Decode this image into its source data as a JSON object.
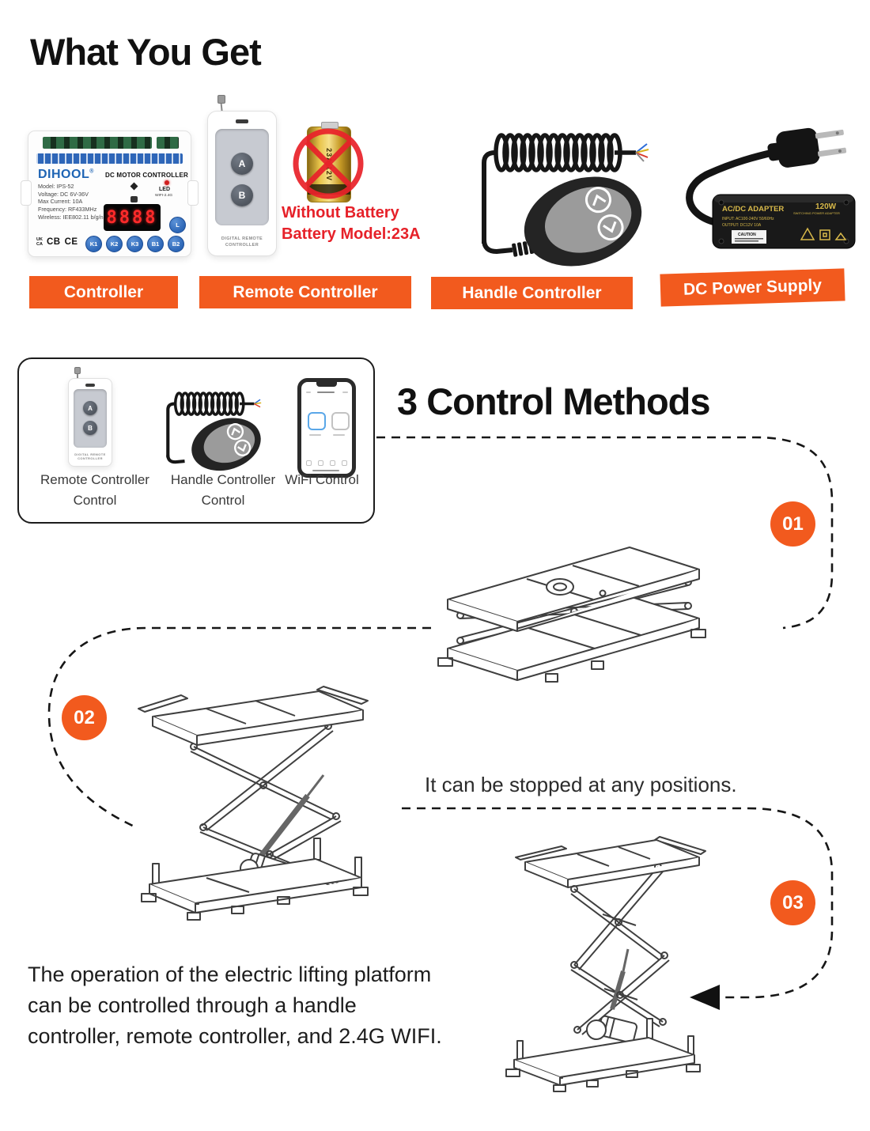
{
  "title": "What You Get",
  "products": {
    "controller": {
      "label": "Controller",
      "brand": "DIHOOL",
      "reg_mark": "®",
      "device_name": "DC MOTOR CONTROLLER",
      "specs": [
        "Model: IPS-52",
        "Voltage: DC 6V-36V",
        "Max Current: 10A",
        "Frequency: RF433MHz",
        "Wireless: IEE802.11 b/g/n"
      ],
      "led_label": "LED",
      "wifi_label": "WIFI-2.4G",
      "display_value": "8888",
      "buttons": [
        "K1",
        "K2",
        "K3",
        "B1",
        "B2"
      ],
      "link_button": "L",
      "cert_uk": "UK",
      "cert_ca": "CA",
      "cert_cb": "CB",
      "cert_ce": "CE"
    },
    "remote": {
      "label": "Remote Controller",
      "button_a": "A",
      "button_b": "B",
      "caption_line1": "DIGITAL REMOTE",
      "caption_line2": "CONTROLLER",
      "battery_text": "23A 12V",
      "warning_line1": "Without Battery",
      "warning_line2": "Battery Model:23A"
    },
    "handle": {
      "label": "Handle Controller"
    },
    "power": {
      "label": "DC Power Supply",
      "name": "AC/DC ADAPTER",
      "watts": "120W",
      "subtitle": "SWITCHING POWER ADAPTER",
      "input": "INPUT: AC100-240V 50/60Hz",
      "output": "OUTPUT: DC12V 10A",
      "caution": "CAUTION"
    }
  },
  "methods": {
    "heading": "3 Control Methods",
    "items": [
      {
        "line1": "Remote Controller",
        "line2": "Control"
      },
      {
        "line1": "Handle Controller",
        "line2": "Control"
      },
      {
        "line1": "WiFi Control",
        "line2": ""
      }
    ]
  },
  "steps": {
    "one": "01",
    "two": "02",
    "three": "03"
  },
  "notes": {
    "stop_note": "It can be stopped at any positions.",
    "paragraph_line1": "The operation of the electric lifting platform",
    "paragraph_line2": "can be controlled through a handle",
    "paragraph_line3": "controller, remote controller, and 2.4G WIFI."
  },
  "colors": {
    "accent_orange": "#F25A1E",
    "warning_red": "#E62129",
    "brand_blue": "#1E64B4"
  }
}
